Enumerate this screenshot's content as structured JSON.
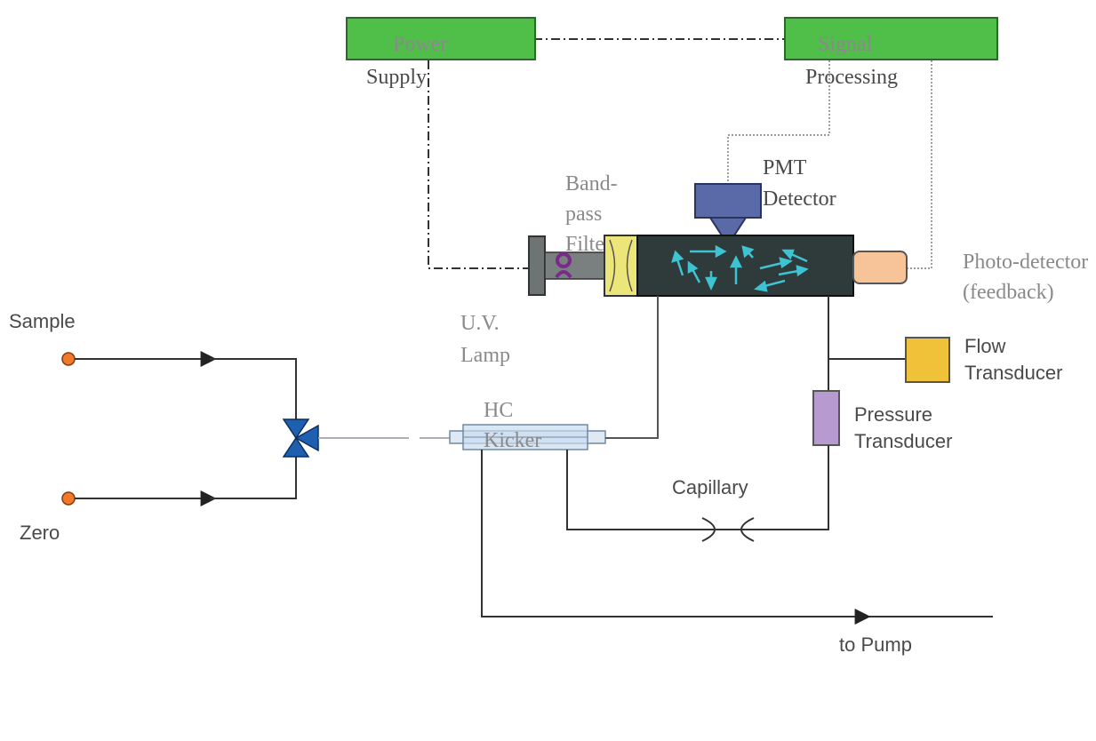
{
  "labels": {
    "power_top": "Power",
    "power_bottom": "Supply",
    "signal_top": "Signal",
    "signal_bottom": "Processing",
    "pmt_top": "PMT",
    "pmt_bottom": "Detector",
    "filter_1": "Band-",
    "filter_2": "pass",
    "filter_3": "Filter",
    "photo_top": "Photo-detector",
    "photo_bottom": "(feedback)",
    "uv_top": "U.V.",
    "uv_bottom": "Lamp",
    "sample": "Sample",
    "zero": "Zero",
    "flow_top": "Flow",
    "flow_bottom": "Transducer",
    "pressure_top": "Pressure",
    "pressure_bottom": "Transducer",
    "hc_top": "HC",
    "hc_bottom": "Kicker",
    "capillary": "Capillary",
    "to_pump": "to Pump"
  },
  "colors": {
    "box_green": "#4fbf4a",
    "chamber": "#2f3a3a",
    "arrow_cyan": "#3ec3d3",
    "pmt_blue": "#5a6aa8",
    "filter_yellow": "#ece57a",
    "photo_peach": "#f7c49a",
    "flow_gold": "#f0c23a",
    "pressure_purple": "#b79ad0",
    "valve_blue": "#1f5fb0",
    "inlet_orange": "#f07a2a",
    "lamp_purple": "#7a2a8a",
    "kicker_blue": "#c9dcee"
  }
}
